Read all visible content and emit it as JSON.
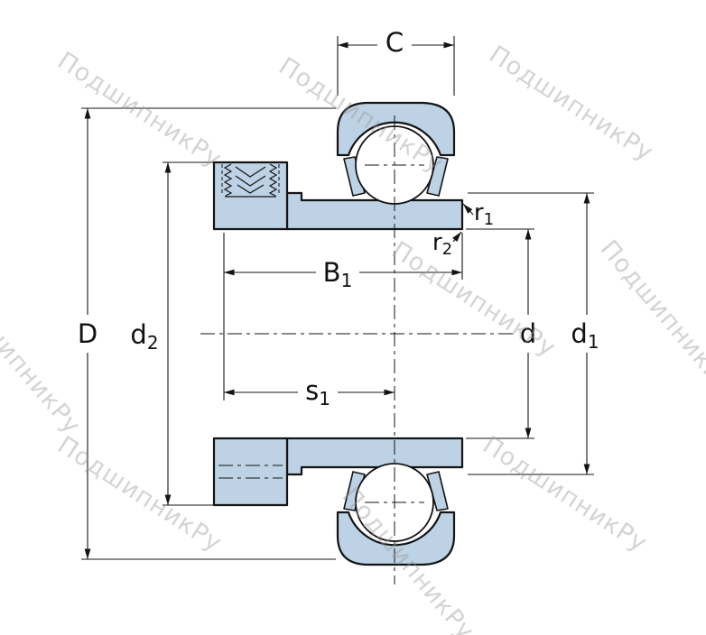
{
  "diagram": {
    "watermark": {
      "text": "ПодшипникРу"
    },
    "colors": {
      "part_fill": "#bdd2e4",
      "outline": "#141414",
      "watermark": "#9a9a9a",
      "background": "#ffffff"
    },
    "dimensions": {
      "C": {
        "main": "C",
        "sub": ""
      },
      "D": {
        "main": "D",
        "sub": ""
      },
      "d2": {
        "main": "d",
        "sub": "2"
      },
      "B1": {
        "main": "B",
        "sub": "1"
      },
      "s1": {
        "main": "s",
        "sub": "1"
      },
      "d": {
        "main": "d",
        "sub": ""
      },
      "d1": {
        "main": "d",
        "sub": "1"
      },
      "r1": {
        "main": "r",
        "sub": "1"
      },
      "r2": {
        "main": "r",
        "sub": "2"
      }
    }
  }
}
